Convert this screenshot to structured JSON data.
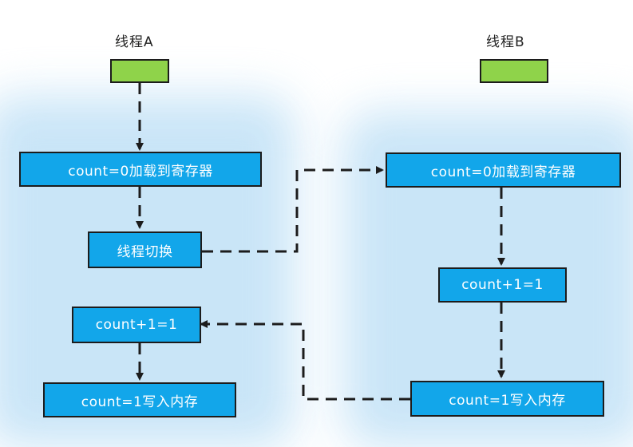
{
  "thread_a": {
    "label": "线程A",
    "steps": {
      "load": "count=0加载到寄存器",
      "switch": "线程切换",
      "increment": "count+1=1",
      "write": "count=1写入内存"
    }
  },
  "thread_b": {
    "label": "线程B",
    "steps": {
      "load": "count=0加载到寄存器",
      "increment": "count+1=1",
      "write": "count=1写入内存"
    }
  },
  "colors": {
    "node_fill": "#12a6ea",
    "thread_bar_fill": "#8fd34a",
    "stroke": "#1c1c1c",
    "glow": "#c7e4f7"
  }
}
